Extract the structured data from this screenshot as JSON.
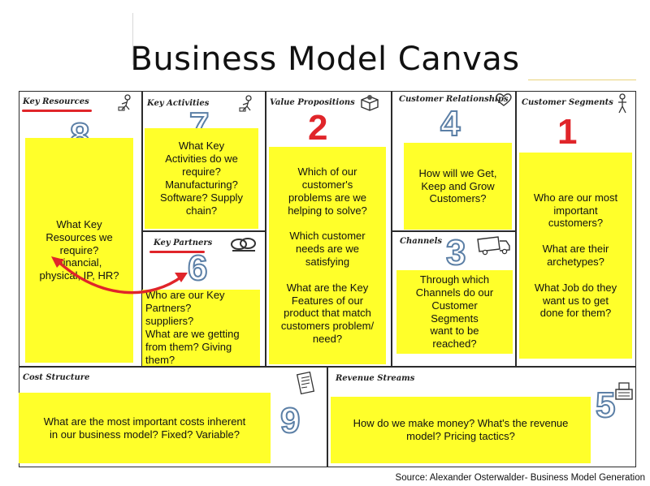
{
  "title": "Business Model Canvas",
  "blocks": {
    "key_resources": {
      "header": "Key Resources",
      "number": "8",
      "text": "What Key\nResources we\nrequire?\nFinancial,\nphysical, IP, HR?"
    },
    "key_activities": {
      "header": "Key Activities",
      "number": "7",
      "text": "What Key\nActivities do we\nrequire?\nManufacturing?\nSoftware? Supply\nchain?"
    },
    "key_partners": {
      "header": "Key Partners",
      "number": "6",
      "text": "Who are our Key\nPartners?\nsuppliers?\nWhat are we getting\nfrom them? Giving\nthem?"
    },
    "value_propositions": {
      "header": "Value Propositions",
      "number": "2",
      "text": "Which of our\ncustomer's\nproblems are we\nhelping to solve?\n\nWhich customer\nneeds are we\nsatisfying\n\nWhat are the Key\nFeatures of our\nproduct that match\ncustomers problem/\nneed?"
    },
    "customer_relationships": {
      "header": "Customer Relationships",
      "number": "4",
      "text": "How will we Get,\nKeep and Grow\nCustomers?"
    },
    "channels": {
      "header": "Channels",
      "number": "3",
      "text": "Through which\nChannels do our\nCustomer\nSegments\nwant to be\nreached?"
    },
    "customer_segments": {
      "header": "Customer Segments",
      "number": "1",
      "text": "Who are our most\nimportant\ncustomers?\n\nWhat are their\narchetypes?\n\nWhat Job do they\nwant us to get\ndone for them?"
    },
    "cost_structure": {
      "header": "Cost Structure",
      "number": "9",
      "text": "What are the most important costs inherent\nin our business model?  Fixed? Variable?"
    },
    "revenue_streams": {
      "header": "Revenue Streams",
      "number": "5",
      "text": "How do we make money? What's the revenue\nmodel? Pricing tactics?"
    }
  },
  "source": "Source: Alexander Osterwalder- Business Model Generation",
  "colors": {
    "sticky": "#ffff2a",
    "accent_red": "#e0252a",
    "number_outline": "#5b7fa6",
    "border": "#2b2b2b"
  },
  "icons": [
    "worker-icon",
    "truck-icon",
    "link-icon",
    "heart-icon",
    "person-icon",
    "bill-icon",
    "cash-register-icon"
  ]
}
